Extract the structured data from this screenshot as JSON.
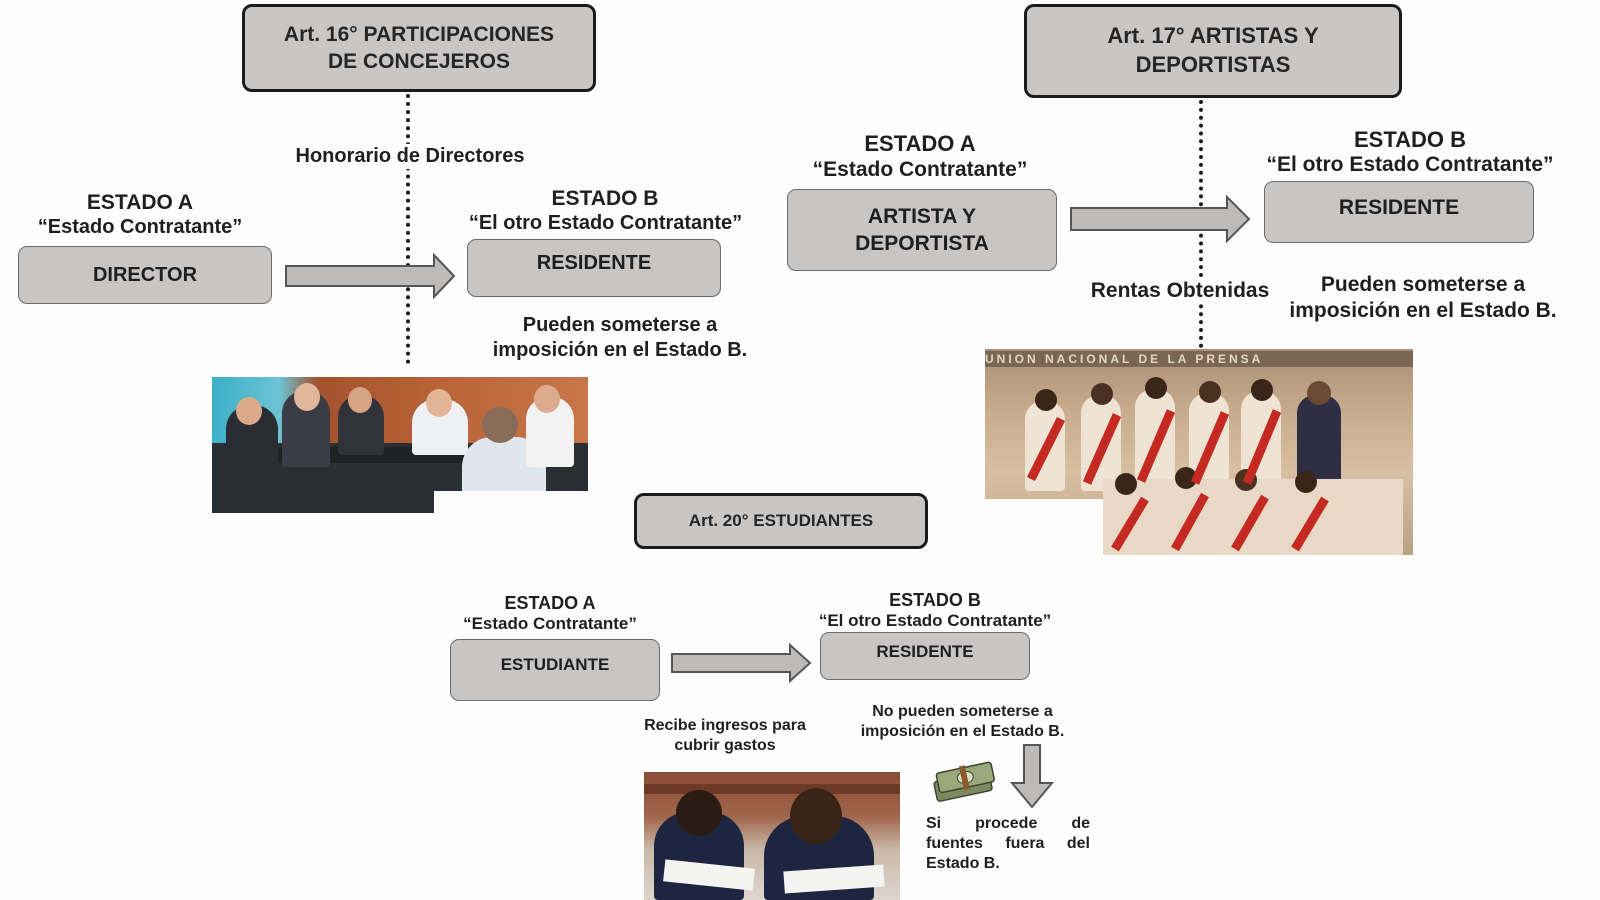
{
  "art16": {
    "title": "Art. 16° PARTICIPACIONES\nDE CONCEJEROS",
    "concept": "Honorario de Directores",
    "estado_a_title": "ESTADO A",
    "estado_a_sub": "“Estado Contratante”",
    "estado_b_title": "ESTADO B",
    "estado_b_sub": "“El otro Estado Contratante”",
    "source_box": "DIRECTOR",
    "target_box": "RESIDENTE",
    "note": "Pueden someterse a\nimposición en el Estado B."
  },
  "art17": {
    "title": "Art. 17° ARTISTAS Y\nDEPORTISTAS",
    "estado_a_title": "ESTADO A",
    "estado_a_sub": "“Estado Contratante”",
    "estado_b_title": "ESTADO B",
    "estado_b_sub": "“El otro Estado Contratante”",
    "source_box": "ARTISTA Y\nDEPORTISTA",
    "target_box": "RESIDENTE",
    "concept": "Rentas Obtenidas",
    "note": "Pueden someterse a\nimposición en el Estado B.",
    "photo_banner": "UNION NACIONAL DE LA PRENSA"
  },
  "art20": {
    "title": "Art. 20° ESTUDIANTES",
    "estado_a_title": "ESTADO A",
    "estado_a_sub": "“Estado Contratante”",
    "estado_b_title": "ESTADO B",
    "estado_b_sub": "“El otro Estado Contratante”",
    "source_box": "ESTUDIANTE",
    "target_box": "RESIDENTE",
    "income_note": "Recibe ingresos para\ncubrir gastos",
    "note": "No pueden someterse a\nimposición en el Estado B.",
    "condition_lines": [
      "Si procede de",
      "fuentes fuera del",
      "Estado B."
    ]
  },
  "colors": {
    "box_fill": "#c8c6c5",
    "border_dark": "#1b1b1b",
    "arrow_fill": "#bdbbba"
  }
}
